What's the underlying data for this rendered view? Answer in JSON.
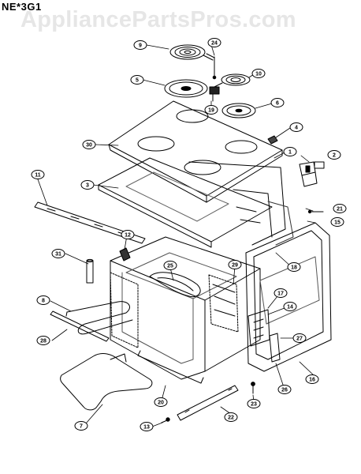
{
  "header": {
    "model": "NE*3G1"
  },
  "watermark": {
    "text": "AppliancePartsPros.com"
  },
  "callouts": [
    "1",
    "2",
    "3",
    "4",
    "5",
    "6",
    "7",
    "8",
    "9",
    "10",
    "11",
    "12",
    "13",
    "14",
    "15",
    "16",
    "17",
    "18",
    "19",
    "20",
    "21",
    "22",
    "23",
    "24",
    "25",
    "26",
    "27",
    "28",
    "29",
    "30",
    "31"
  ]
}
